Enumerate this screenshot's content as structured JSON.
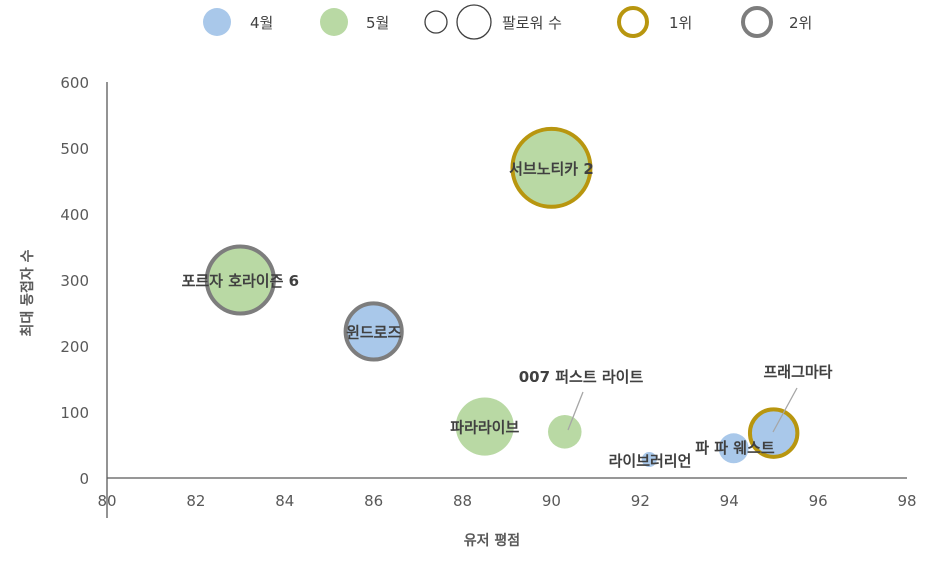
{
  "chart_data": {
    "type": "bubble",
    "title": "",
    "xlabel": "유저 평점",
    "ylabel": "최대 동접자 수",
    "xlim": [
      80,
      98
    ],
    "ylim": [
      0,
      600
    ],
    "x_ticks": [
      80,
      82,
      84,
      86,
      88,
      90,
      92,
      94,
      96,
      98
    ],
    "y_ticks": [
      0,
      100,
      200,
      300,
      400,
      500,
      600
    ],
    "grid": false,
    "legend_position": "top",
    "legend": {
      "april": "4월",
      "may": "5월",
      "size": "팔로워 수",
      "rank1": "1위",
      "rank2": "2위"
    },
    "colors": {
      "april": "#a9c8ea",
      "may": "#b9d9a4",
      "rank1_outline": "#b8960f",
      "rank2_outline": "#7d7d7d",
      "text": "#404040"
    },
    "points": [
      {
        "label": "서브노티카 2",
        "x": 90.0,
        "y": 470,
        "followers": 27,
        "series": "may",
        "rank": 1
      },
      {
        "label": "포르자 호라이즌 6",
        "x": 83.0,
        "y": 300,
        "followers": 20,
        "series": "may",
        "rank": 2
      },
      {
        "label": "윈드로즈",
        "x": 86.0,
        "y": 222,
        "followers": 14,
        "series": "april",
        "rank": 2
      },
      {
        "label": "파라라이브",
        "x": 88.5,
        "y": 78,
        "followers": 15,
        "series": "may",
        "rank": null
      },
      {
        "label": "007 퍼스트 라이트",
        "x": 90.3,
        "y": 70,
        "followers": 5,
        "series": "may",
        "rank": null
      },
      {
        "label": "라이브러리언",
        "x": 92.2,
        "y": 28,
        "followers": 1,
        "series": "april",
        "rank": null
      },
      {
        "label": "파 파 웨스트",
        "x": 94.1,
        "y": 45,
        "followers": 4,
        "series": "april",
        "rank": null
      },
      {
        "label": "프래그마타",
        "x": 95.0,
        "y": 68,
        "followers": 10,
        "series": "april",
        "rank": 1
      }
    ]
  }
}
